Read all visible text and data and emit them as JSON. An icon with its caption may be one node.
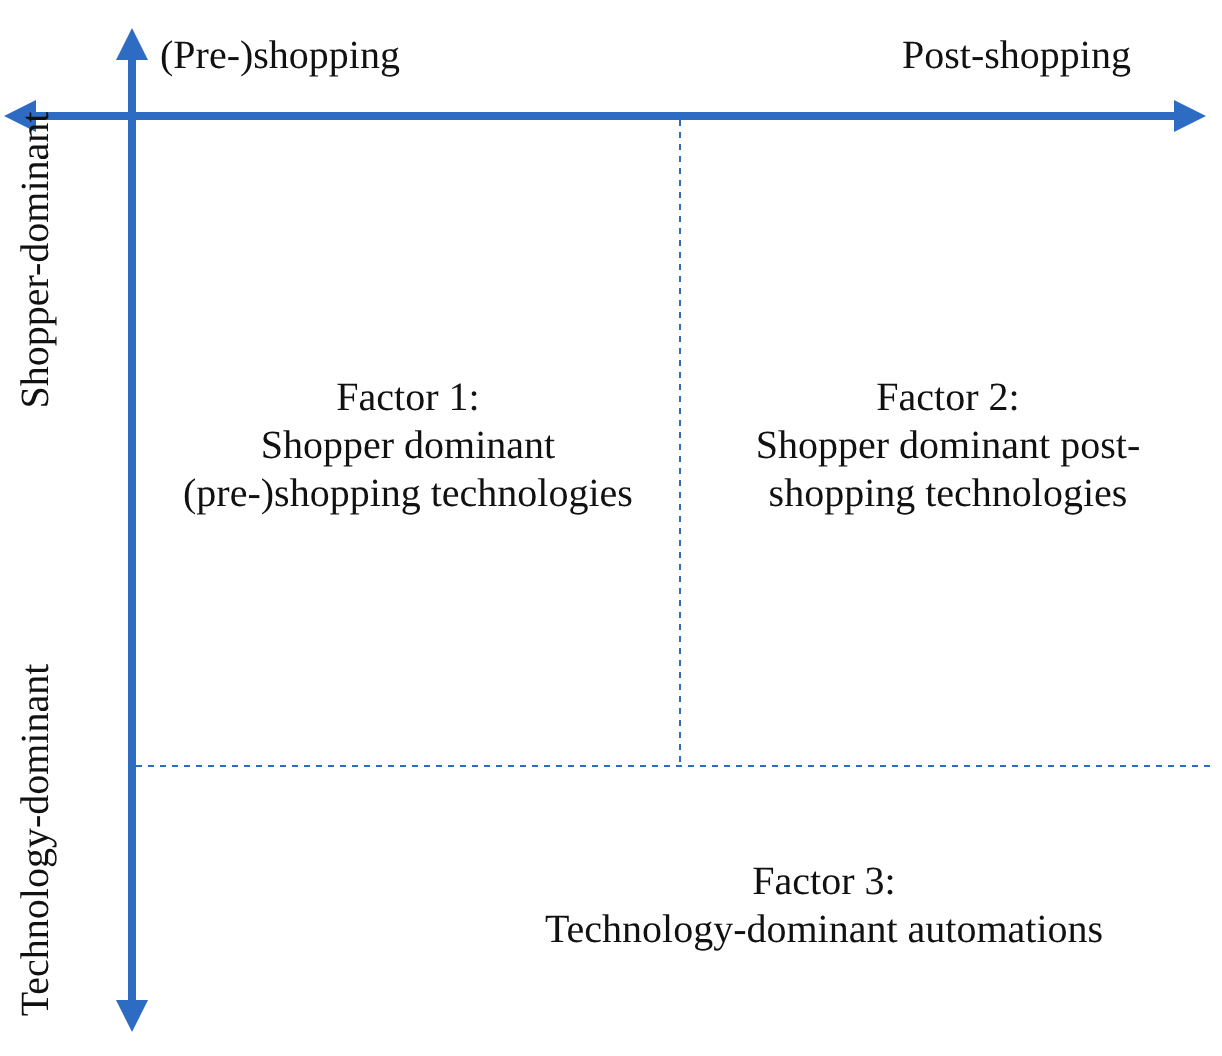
{
  "diagram": {
    "nodes": [
      {
        "text": [
          "Factor 1:",
          "Shopper dominant (pre-)shopping technologies"
        ]
      },
      {
        "text": [
          "Factor 2:",
          "Shopper dominant post-shopping technologies"
        ]
      },
      {
        "text": [
          "Factor 3:",
          "Technology-dominant automations"
        ]
      }
    ],
    "labels": [
      "(Pre-)shopping",
      "Post-shopping",
      "Shopper-dominant",
      "Technology-dominant"
    ]
  }
}
